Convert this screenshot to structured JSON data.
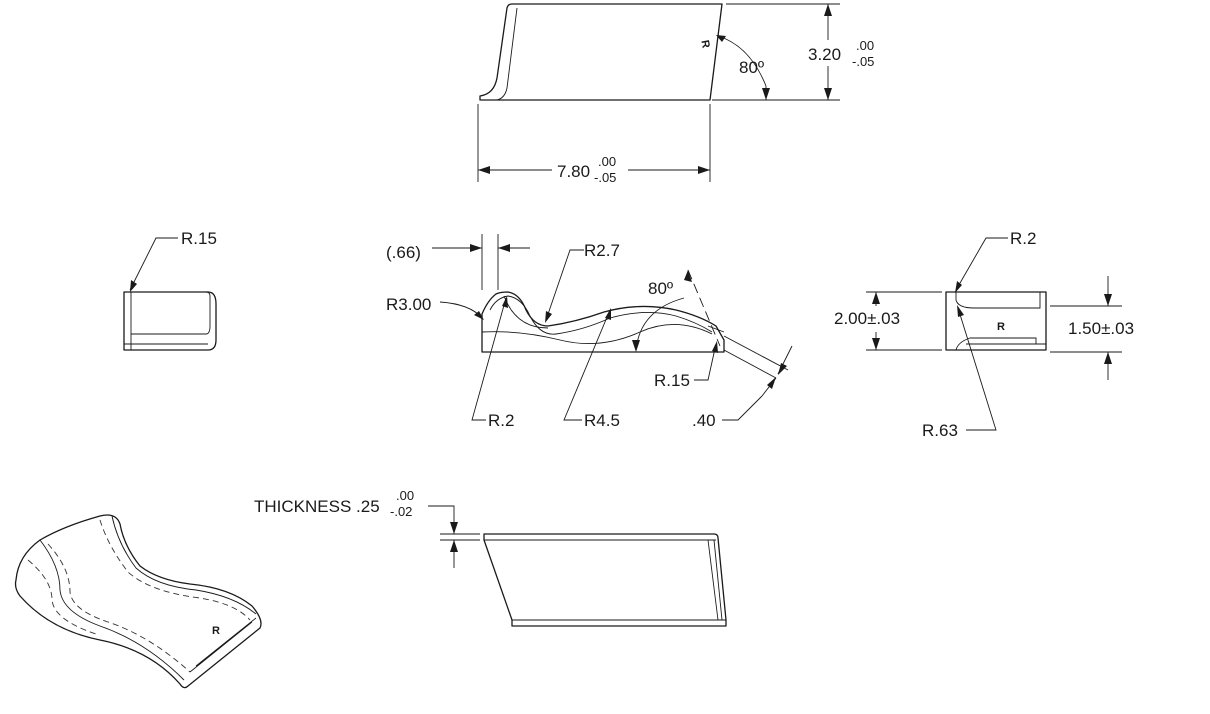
{
  "top_view": {
    "height_dim": "3.20",
    "height_tol_upper": ".00",
    "height_tol_lower": "-.05",
    "width_dim": "7.80",
    "width_tol_upper": ".00",
    "width_tol_lower": "-.05",
    "angle": "80º",
    "mark": "R"
  },
  "left_view": {
    "radius": "R.15"
  },
  "front_view": {
    "ref_width": "(.66)",
    "r_top": "R2.7",
    "r_left": "R3.00",
    "angle": "80º",
    "r_bottom_left": "R.2",
    "r_bottom_mid": "R4.5",
    "r_tip": "R.15",
    "tip_width": ".40"
  },
  "right_view": {
    "radius_top": "R.2",
    "height_dim": "2.00±.03",
    "inner_dim": "1.50±.03",
    "radius_bottom": "R.63",
    "mark": "R"
  },
  "bottom_view": {
    "thickness_label": "THICKNESS .25",
    "thickness_tol_upper": ".00",
    "thickness_tol_lower": "-.02"
  },
  "iso_view": {
    "mark": "R"
  }
}
